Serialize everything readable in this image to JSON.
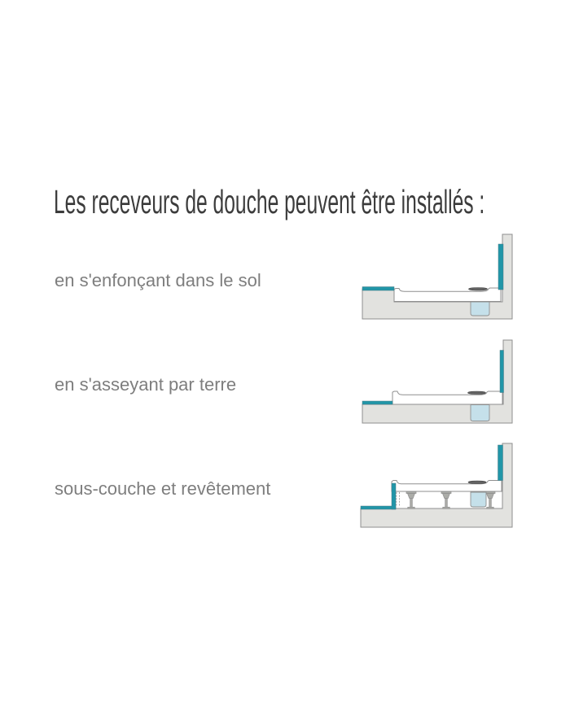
{
  "title": {
    "text": "Les receveurs de douche peuvent être installés :"
  },
  "rows": [
    {
      "label": "en s'enfonçant dans le sol",
      "diagram": "shower-tray-recessed-into-floor"
    },
    {
      "label": "en s'asseyant par terre",
      "diagram": "shower-tray-sitting-on-floor"
    },
    {
      "label": "sous-couche et revêtement",
      "diagram": "shower-tray-on-feet-underlay-and-covering"
    }
  ],
  "colors": {
    "title_text": "#3c3c3c",
    "label_text": "#7e7e7e",
    "tile_teal": "#2196a8",
    "teal_edge": "#4a7a85",
    "drain_blue": "#c5e0ea",
    "concrete_gray": "#e2e2df",
    "outline_gray": "#8f8f8f",
    "tray_white": "#ffffff",
    "drain_cover_gray": "#636363",
    "drain_cover_edge": "#474747",
    "foot_gray": "#abaca8"
  }
}
